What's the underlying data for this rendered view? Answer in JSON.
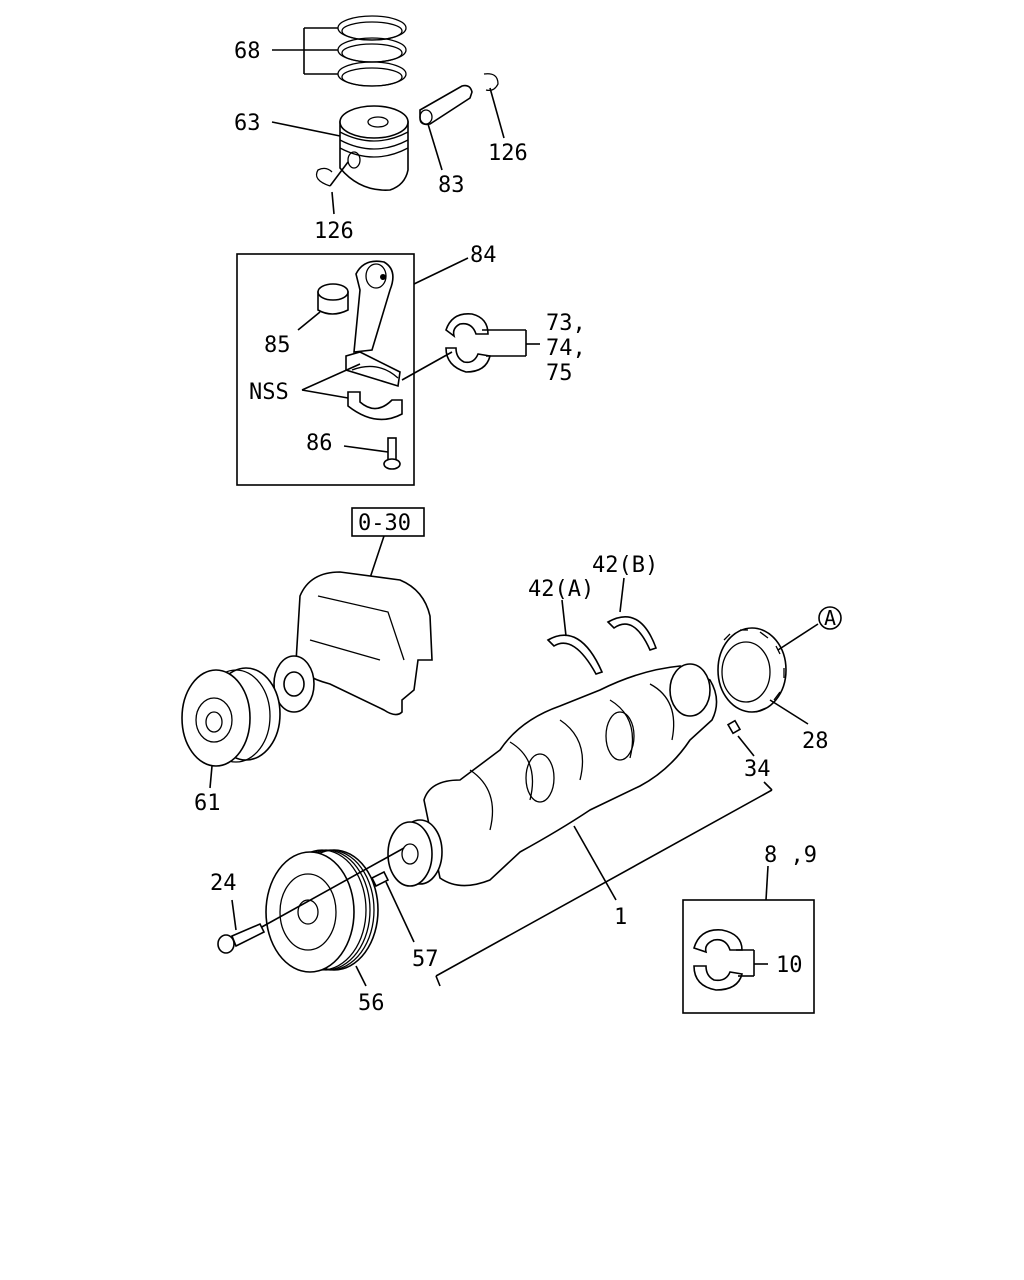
{
  "callouts": {
    "c68": "68",
    "c63": "63",
    "c126a": "126",
    "c126b": "126",
    "c83": "83",
    "c84": "84",
    "c85": "85",
    "c73": "73,",
    "c74": "74,",
    "c75": "75",
    "nss": "NSS",
    "c86": "86",
    "ref030": "0-30",
    "c42b": "42(B)",
    "c42a": "42(A)",
    "circA": "A",
    "c28": "28",
    "c34": "34",
    "c61": "61",
    "c1": "1",
    "c89": "8 ,9",
    "c24": "24",
    "c57": "57",
    "c10": "10",
    "c56": "56"
  }
}
